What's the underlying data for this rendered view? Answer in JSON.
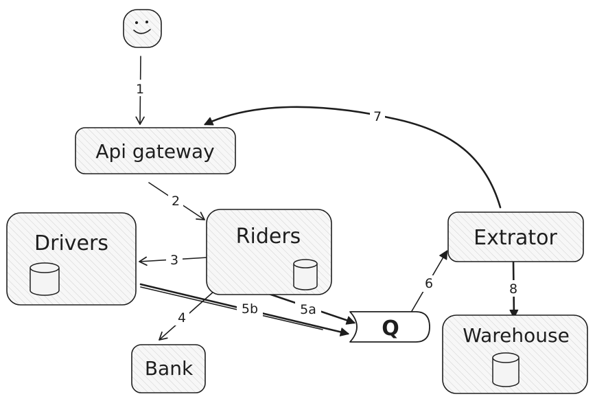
{
  "nodes": {
    "user": {
      "icon": "smiley-face-icon"
    },
    "api_gateway": {
      "label": "Api gateway"
    },
    "riders": {
      "label": "Riders",
      "icon": "database-icon"
    },
    "drivers": {
      "label": "Drivers",
      "icon": "database-icon"
    },
    "bank": {
      "label": "Bank"
    },
    "queue": {
      "label": "Q"
    },
    "extrator": {
      "label": "Extrator"
    },
    "warehouse": {
      "label": "Warehouse",
      "icon": "database-icon"
    }
  },
  "edges": [
    {
      "id": "e1",
      "label": "1",
      "from": "user",
      "to": "api_gateway"
    },
    {
      "id": "e2",
      "label": "2",
      "from": "api_gateway",
      "to": "riders"
    },
    {
      "id": "e3",
      "label": "3",
      "from": "riders",
      "to": "drivers"
    },
    {
      "id": "e4",
      "label": "4",
      "from": "riders",
      "to": "bank"
    },
    {
      "id": "e5a",
      "label": "5a",
      "from": "riders",
      "to": "queue"
    },
    {
      "id": "e5b",
      "label": "5b",
      "from": "drivers",
      "to": "queue"
    },
    {
      "id": "e6",
      "label": "6",
      "from": "queue",
      "to": "extrator"
    },
    {
      "id": "e7",
      "label": "7",
      "from": "extrator",
      "to": "api_gateway"
    },
    {
      "id": "e8",
      "label": "8",
      "from": "extrator",
      "to": "warehouse"
    }
  ]
}
